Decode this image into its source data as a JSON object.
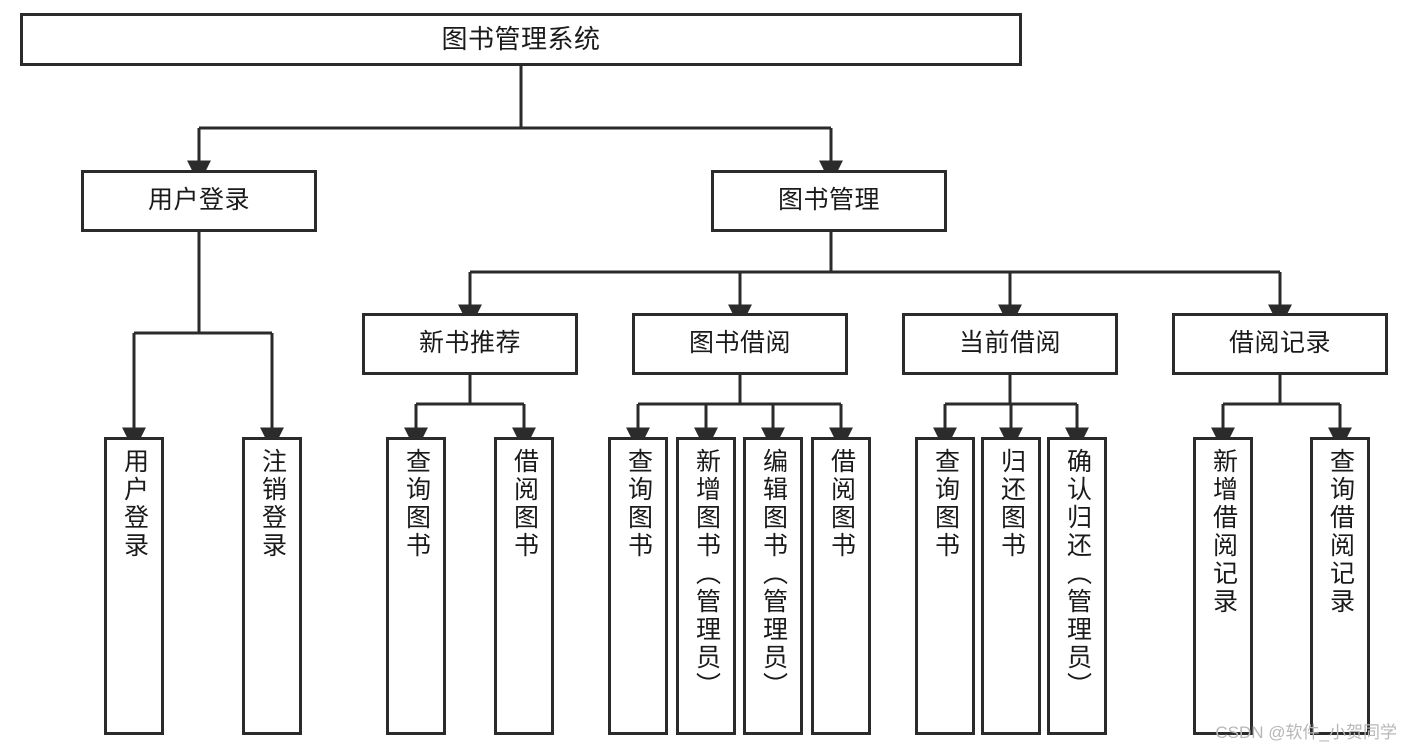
{
  "diagram": {
    "type": "tree",
    "title": "图书管理系统",
    "watermark": "CSDN @软件_小贺同学",
    "colors": {
      "stroke": "#2b2b2b",
      "fill": "#ffffff",
      "text": "#1a1a1a",
      "watermark": "#b7b7b7"
    },
    "nodes": {
      "root": {
        "label": "图书管理系统"
      },
      "level2": [
        {
          "id": "user-login",
          "label": "用户登录"
        },
        {
          "id": "book-manage",
          "label": "图书管理"
        }
      ],
      "level3": [
        {
          "id": "new-book-recommend",
          "label": "新书推荐"
        },
        {
          "id": "book-borrow",
          "label": "图书借阅"
        },
        {
          "id": "current-borrow",
          "label": "当前借阅"
        },
        {
          "id": "borrow-record",
          "label": "借阅记录"
        }
      ],
      "leaves": {
        "user-login": [
          {
            "id": "leaf-user-login",
            "label": "用户登录"
          },
          {
            "id": "leaf-logout",
            "label": "注销登录"
          }
        ],
        "new-book-recommend": [
          {
            "id": "leaf-query-book-1",
            "label": "查询图书"
          },
          {
            "id": "leaf-borrow-book-1",
            "label": "借阅图书"
          }
        ],
        "book-borrow": [
          {
            "id": "leaf-query-book-2",
            "label": "查询图书"
          },
          {
            "id": "leaf-add-book",
            "label": "新增图书（管理员）"
          },
          {
            "id": "leaf-edit-book",
            "label": "编辑图书（管理员）"
          },
          {
            "id": "leaf-borrow-book-2",
            "label": "借阅图书"
          }
        ],
        "current-borrow": [
          {
            "id": "leaf-query-book-3",
            "label": "查询图书"
          },
          {
            "id": "leaf-return-book",
            "label": "归还图书"
          },
          {
            "id": "leaf-confirm-return",
            "label": "确认归还（管理员）"
          }
        ],
        "borrow-record": [
          {
            "id": "leaf-add-record",
            "label": "新增借阅记录"
          },
          {
            "id": "leaf-query-record",
            "label": "查询借阅记录"
          }
        ]
      }
    }
  }
}
